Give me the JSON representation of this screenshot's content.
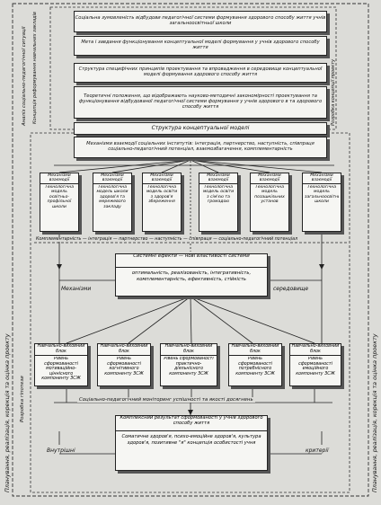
{
  "top": {
    "box1": "Соціальна зумовленість відбудови педагогічної системи формування здорового способу життя учнів загальноосвітньої школи",
    "box2": "Мета і завдання функціонування концептуальної моделі формування у учнів здорового способу життя",
    "box3": "Структура специфічних принципів проектування та впровадження в середовище концептуальної моделі формування здорового способу життя",
    "box4": "Теоретичні положення, що відображають науково-методичні закономірності проектування та функціонування відбудованої педагогічної системи формування у учнів здорового в та здорового способу життя",
    "box5": "Структура концептуальної моделі",
    "box6": "Механізми взаємодії соціальних інститутів: інтеграція, партнерство, наступність, співпраця соціально-педагогічний потенціал, взаємозбагачення, комплементарність"
  },
  "side": {
    "left_outer": "Аналіз соціально-педагогічної ситуації",
    "left_inner": "Концепція реформування навчальних закладів",
    "right_inner": "Розробка концепції проекту",
    "bottom_left": "Планування, реалізація, корекція та оцінка проекту",
    "bottom_left_inner": "Розробка гіпотези",
    "bottom_right": "Планування, реалізація, корекція та оцінка проекту"
  },
  "models": [
    {
      "head": "Механізми взаємодії",
      "body": "Технологічна модель освітньо-профільної школи"
    },
    {
      "head": "Механізми взаємодії",
      "body": "Технологічна модель школи здоров'я та мережевого закладу"
    },
    {
      "head": "Механізми взаємодії",
      "body": "Технологічна модель освіти з здоров'я збереження"
    },
    {
      "head": "Механізми взаємодії",
      "body": "Технологічна модель освіти з сім'єю та громадою"
    },
    {
      "head": "Механізми взаємодії",
      "body": "Технологічна модель позашкільних установ"
    },
    {
      "head": "Механізми взаємодії",
      "body": "Технологічна модель загальноосвітньої школи"
    }
  ],
  "mid_label": "Комплементарність — інтеграція — партнерство — наступність — співпраця — соціально-педагогічний потенціал",
  "central": {
    "head": "Системні ефекти — нові властивості системи",
    "body": "оптимальність, реалізованість, інтегративність, комплементарність, ефективність, стійкість"
  },
  "left_side_label": "Механізми",
  "right_side_label": "середовище",
  "blocks": [
    {
      "head": "Навчально-виховний блок",
      "body": "Рівень сформованості мотиваційно-ціннісного компоненту ЗСЖ"
    },
    {
      "head": "Навчально-виховний блок",
      "body": "Рівень сформованості когнітивного компоненту ЗСЖ"
    },
    {
      "head": "Навчально-виховний блок",
      "body": "Рівень сформованості практично-діяльнісного компоненту ЗСЖ"
    },
    {
      "head": "Навчально-виховний блок",
      "body": "Рівень сформованості потребнісного компоненту ЗСЖ"
    },
    {
      "head": "Навчально-виховний блок",
      "body": "Рівень сформованості емоційного компоненту ЗСЖ"
    }
  ],
  "monitoring": "Соціально-педагогічний моніторинг успішності та якості досягнень",
  "result": {
    "head": "Комплексний результат сформованості у учнів здорового способу життя",
    "body": "Соматичне здоров'я, психо-емоційне здоров'я, культура здоров'я, позитивне \"я\" концепція особистості учня"
  },
  "bottom_left_label": "Внутрішні",
  "bottom_right_label": "критерії"
}
